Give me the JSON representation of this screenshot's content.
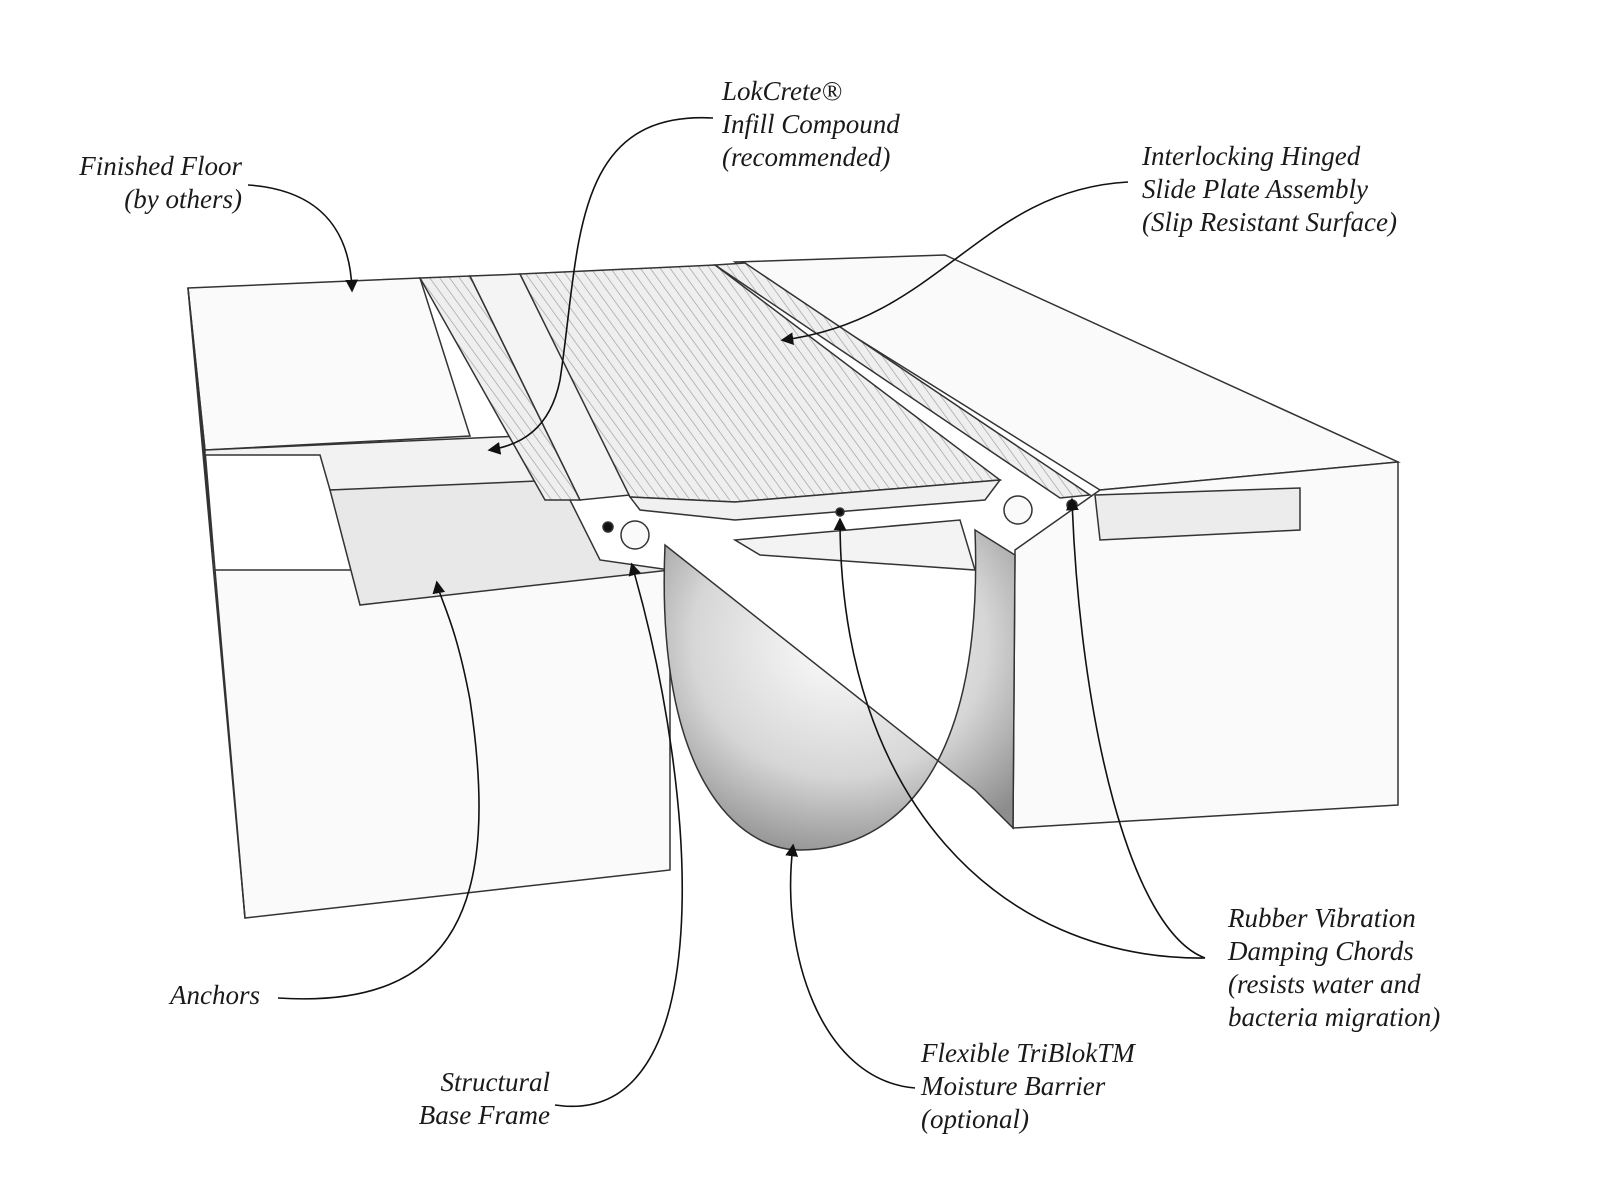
{
  "title": "Expansion joint cross-section callouts",
  "labels": {
    "finished_floor": [
      "Finished Floor",
      "(by others)"
    ],
    "lokcrete": [
      "LokCrete®",
      "Infill Compound",
      "(recommended)"
    ],
    "slide_plate": [
      "Interlocking Hinged",
      "Slide Plate Assembly",
      "(Slip Resistant Surface)"
    ],
    "rubber_chords": [
      "Rubber Vibration",
      "Damping Chords",
      "(resists water and",
      "bacteria migration)"
    ],
    "moisture_barrier": [
      "Flexible TriBlokTM",
      "Moisture Barrier",
      "(optional)"
    ],
    "base_frame": [
      "Structural",
      "Base Frame"
    ],
    "anchors": [
      "Anchors"
    ]
  },
  "colors": {
    "line": "#1a1a1a",
    "surface": "#f7f7f7",
    "shade": "#9a9a9a"
  }
}
